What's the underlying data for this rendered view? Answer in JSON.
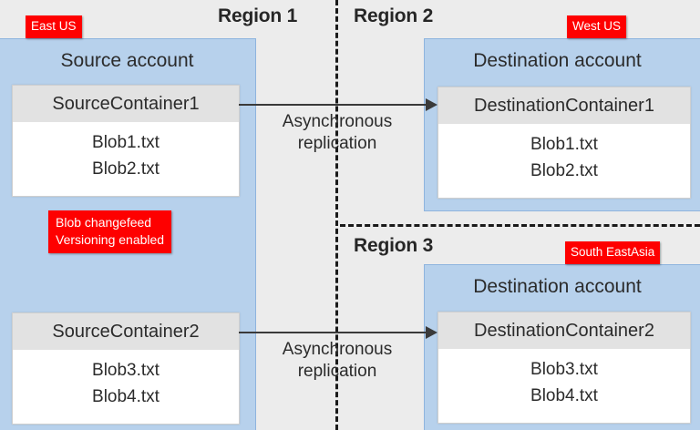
{
  "regions": [
    {
      "title": "Region 1",
      "badge": "East US"
    },
    {
      "title": "Region 2",
      "badge": "West US"
    },
    {
      "title": "Region 3",
      "badge": "South EastAsia"
    }
  ],
  "accounts": {
    "source": {
      "title": "Source account"
    },
    "destination1": {
      "title": "Destination account"
    },
    "destination2": {
      "title": "Destination account"
    }
  },
  "containers": [
    {
      "name": "SourceContainer1",
      "blobs": [
        "Blob1.txt",
        "Blob2.txt"
      ]
    },
    {
      "name": "SourceContainer2",
      "blobs": [
        "Blob3.txt",
        "Blob4.txt"
      ]
    },
    {
      "name": "DestinationContainer1",
      "blobs": [
        "Blob1.txt",
        "Blob2.txt"
      ]
    },
    {
      "name": "DestinationContainer2",
      "blobs": [
        "Blob3.txt",
        "Blob4.txt"
      ]
    }
  ],
  "feature_badge": {
    "line1": "Blob changefeed",
    "line2": "Versioning enabled"
  },
  "arrows": [
    {
      "line1": "Asynchronous",
      "line2": "replication"
    },
    {
      "line1": "Asynchronous",
      "line2": "replication"
    }
  ],
  "colors": {
    "background": "#ececec",
    "account_fill": "#b7d1ec",
    "account_border": "#8eb4de",
    "container_header": "#e2e2e2",
    "container_fill": "#ffffff",
    "badge_red": "#fe0000",
    "text": "#2b2b2b",
    "arrow": "#3a3a3a",
    "dash": "#1a1a1a"
  }
}
